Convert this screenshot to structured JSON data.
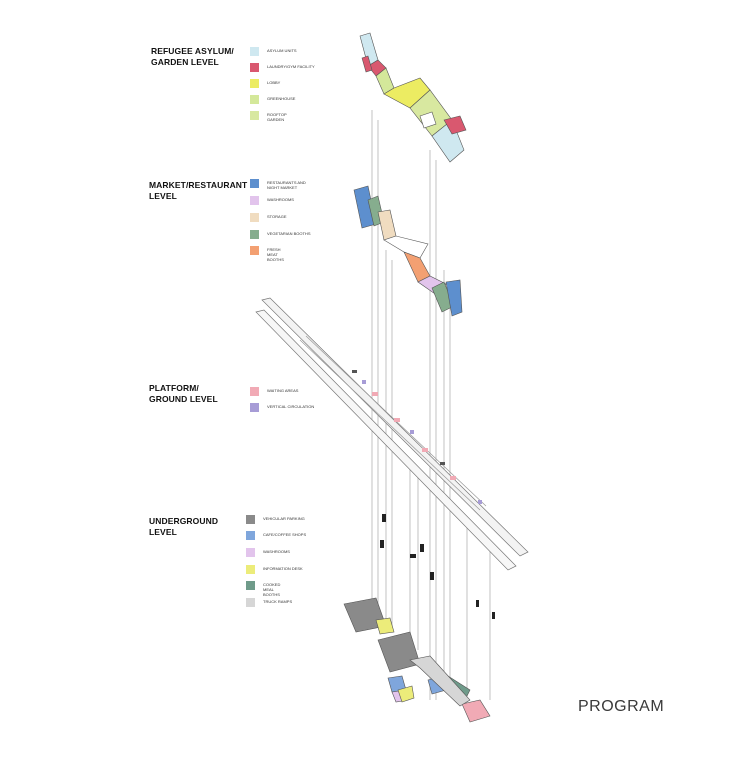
{
  "title": "PROGRAM",
  "levels": [
    {
      "name": "REFUGEE ASYLUM/ GARDEN LEVEL",
      "title_lines": [
        "REFUGEE ASYLUM/",
        "GARDEN LEVEL"
      ],
      "legend": [
        {
          "label": "ASYLUM UNITS",
          "color": "#cfe8f0"
        },
        {
          "label": "LAUNDRY/GYM FACILITY",
          "color": "#d9586f"
        },
        {
          "label": "LOBBY",
          "color": "#ecec62"
        },
        {
          "label": "GREENHOUSE",
          "color": "#d4e89a"
        },
        {
          "label": "ROOFTOP GARDEN",
          "color": "#d8e8a0"
        }
      ]
    },
    {
      "name": "MARKET/RESTAURANT LEVEL",
      "title_lines": [
        "MARKET/RESTAURANT",
        "LEVEL"
      ],
      "legend": [
        {
          "label": "RESTAURANTS AND NIGHT MARKET",
          "color": "#5d8fce"
        },
        {
          "label": "WASHROOMS",
          "color": "#e2c4ec"
        },
        {
          "label": "STORAGE",
          "color": "#f0dcc0"
        },
        {
          "label": "VEGETARIAN BOOTHS",
          "color": "#86ad8e"
        },
        {
          "label": "FRESH MEAT BOOTHS",
          "color": "#f3a072"
        }
      ]
    },
    {
      "name": "PLATFORM/ GROUND LEVEL",
      "title_lines": [
        "PLATFORM/",
        "GROUND LEVEL"
      ],
      "legend": [
        {
          "label": "WAITING AREAS",
          "color": "#f1aab5"
        },
        {
          "label": "VERTICAL CIRCULATION",
          "color": "#a79cd6"
        }
      ]
    },
    {
      "name": "UNDERGROUND LEVEL",
      "title_lines": [
        "UNDERGROUND",
        "LEVEL"
      ],
      "legend": [
        {
          "label": "VEHICULAR PARKING",
          "color": "#8a8a8a"
        },
        {
          "label": "CAFE/COFFEE SHOPS",
          "color": "#7fa6dc"
        },
        {
          "label": "WASHROOMS",
          "color": "#e2c4ec"
        },
        {
          "label": "INFORMATION DESK",
          "color": "#ecec7a"
        },
        {
          "label": "COOKED MEAL BOOTHS",
          "color": "#6f9b8a"
        },
        {
          "label": "TRUCK RAMPS",
          "color": "#d6d6d6"
        }
      ]
    }
  ]
}
